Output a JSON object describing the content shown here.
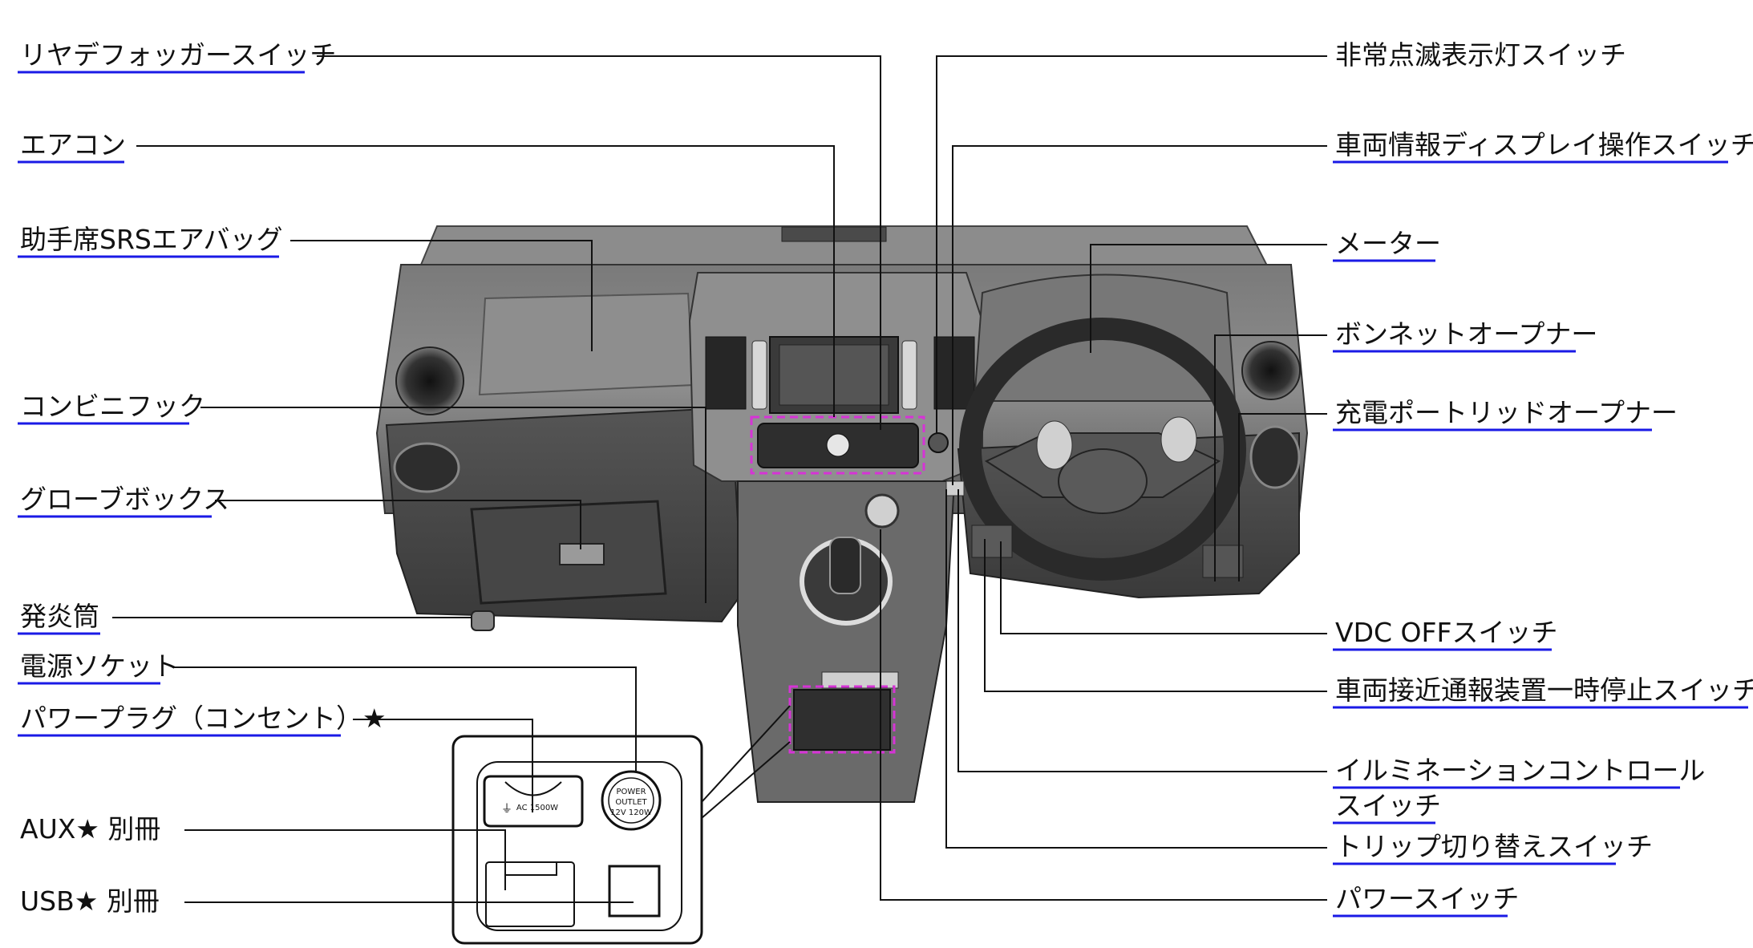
{
  "labels_left": [
    {
      "id": "rear-defogger",
      "text": "リヤデフォッガースイッチ",
      "link": true
    },
    {
      "id": "aircon",
      "text": "エアコン",
      "link": true
    },
    {
      "id": "srs-airbag",
      "text": "助手席SRSエアバッグ",
      "link": true
    },
    {
      "id": "convenience-hook",
      "text": "コンビニフック",
      "link": true
    },
    {
      "id": "glove-box",
      "text": "グローブボックス",
      "link": true
    },
    {
      "id": "flare",
      "text": "発炎筒",
      "link": true
    },
    {
      "id": "power-socket",
      "text": "電源ソケット",
      "link": true
    },
    {
      "id": "power-plug",
      "text": "パワープラグ（コンセント）★",
      "link": true
    },
    {
      "id": "aux",
      "text": "AUX★ 別冊",
      "link": false
    },
    {
      "id": "usb",
      "text": "USB★ 別冊",
      "link": false
    }
  ],
  "labels_right": [
    {
      "id": "hazard",
      "text": "非常点滅表示灯スイッチ",
      "link": false
    },
    {
      "id": "vehicle-info-switch",
      "text": "車両情報ディスプレイ操作スイッチ",
      "link": true
    },
    {
      "id": "meter",
      "text": "メーター",
      "link": true
    },
    {
      "id": "bonnet-opener",
      "text": "ボンネットオープナー",
      "link": true
    },
    {
      "id": "charge-port-opener",
      "text": "充電ポートリッドオープナー",
      "link": true
    },
    {
      "id": "vdc-off",
      "text": "VDC OFFスイッチ",
      "link": true
    },
    {
      "id": "approach-alert",
      "text": "車両接近通報装置一時停止スイッチ",
      "link": true
    },
    {
      "id": "illumination-1",
      "text": "イルミネーションコントロール",
      "link": true
    },
    {
      "id": "illumination-2",
      "text": "スイッチ",
      "link": true
    },
    {
      "id": "trip-switch",
      "text": "トリップ切り替えスイッチ",
      "link": true
    },
    {
      "id": "power-switch",
      "text": "パワースイッチ",
      "link": true
    }
  ],
  "inset": {
    "plug_text": "AC 1500W",
    "outlet_lines": [
      "POWER",
      "OUTLET",
      "12V 120W"
    ]
  },
  "colors": {
    "link_underline": "#1a1ae6",
    "highlight_dash": "#d633d6",
    "dash_dark": "#3c3c3c",
    "dash_mid": "#6e6e6e",
    "dash_light": "#9a9a9a"
  }
}
